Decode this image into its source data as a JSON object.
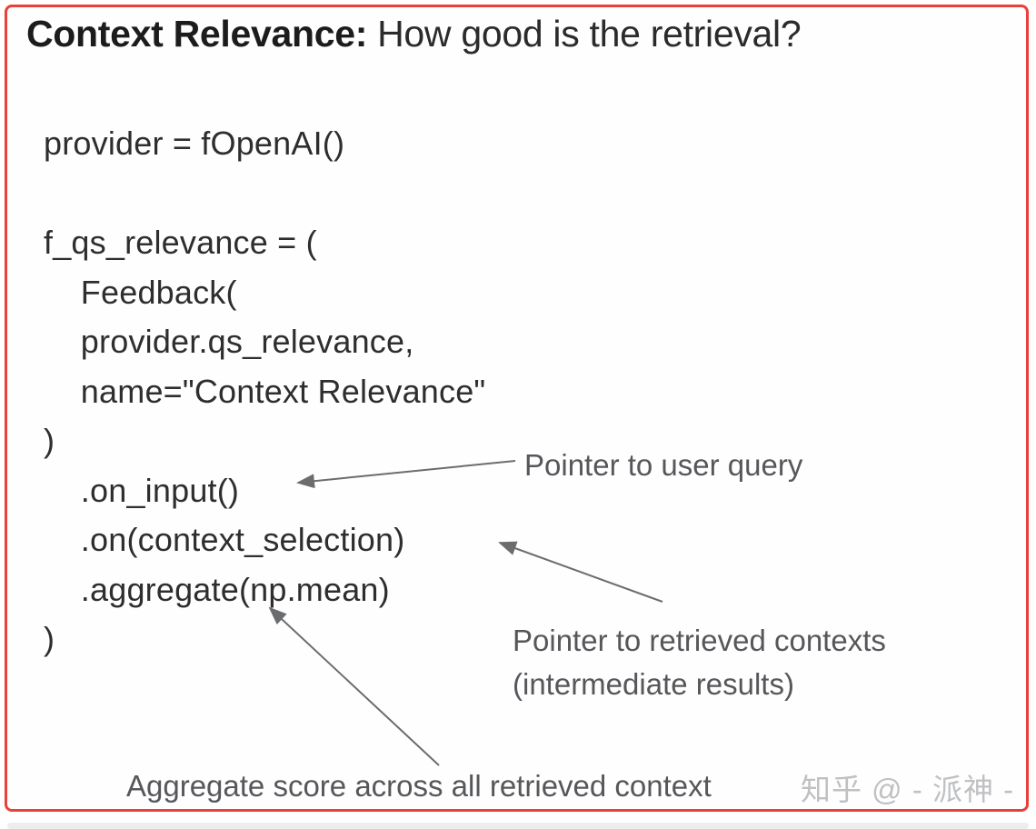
{
  "title": {
    "bold": "Context Relevance:",
    "regular": "How good is the retrieval?"
  },
  "code": {
    "lines": [
      "provider = fOpenAI()",
      "",
      "f_qs_relevance = (",
      "    Feedback(",
      "    provider.qs_relevance,",
      "    name=\"Context Relevance\"",
      ")",
      "    .on_input()",
      "    .on(context_selection)",
      "    .aggregate(np.mean)",
      ")"
    ]
  },
  "annotations": {
    "user_query": "Pointer to user query",
    "retrieved_contexts_line1": "Pointer to retrieved contexts",
    "retrieved_contexts_line2": "(intermediate results)",
    "aggregate_score": "Aggregate score across all retrieved context"
  },
  "watermark": "知乎 @ - 派神 -",
  "icons": {
    "arrow_to_on_input": "left-arrow-connector",
    "arrow_to_context_selection": "up-left-arrow-connector",
    "arrow_to_aggregate": "up-left-arrow-connector"
  },
  "colors": {
    "accent_red": "#e8413a",
    "code_text": "#2e2e2e",
    "annotation_text": "#56575a",
    "arrow": "#6b6c6e",
    "watermark": "#bfc0c2"
  }
}
